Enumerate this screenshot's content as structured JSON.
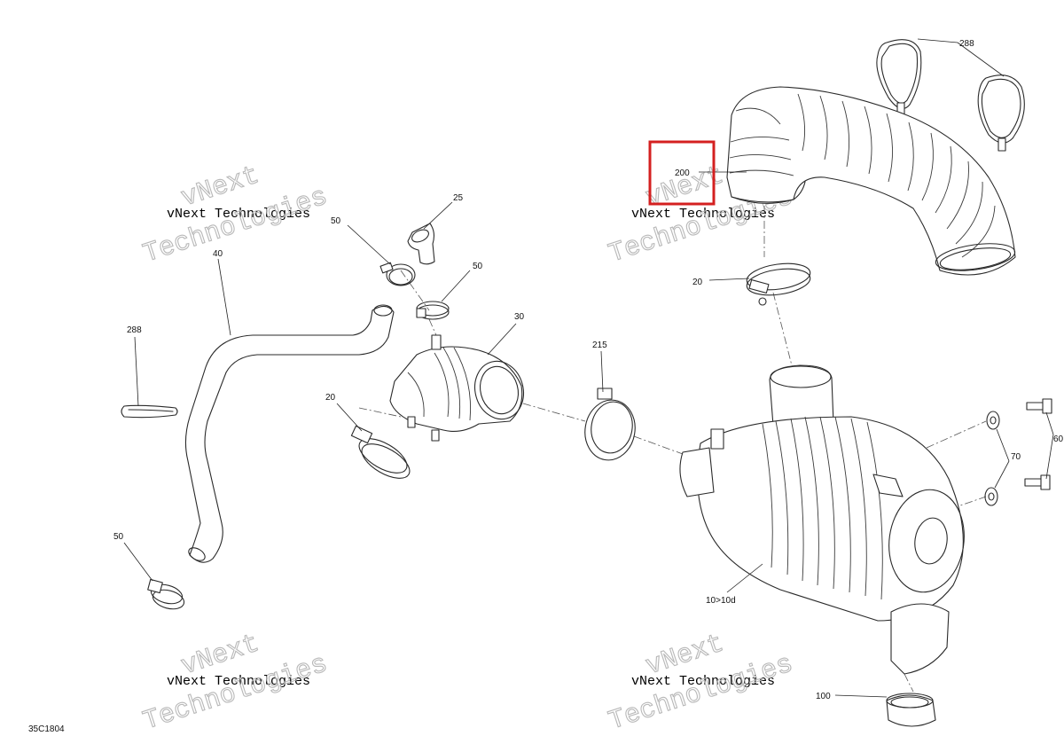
{
  "figure_code": "35C1804",
  "watermark": {
    "line1": "vNext",
    "line2": "Technologies",
    "line_full": "vNext Technologies"
  },
  "callouts": [
    {
      "id": "c288a",
      "text": "288"
    },
    {
      "id": "c200",
      "text": "200"
    },
    {
      "id": "c25",
      "text": "25"
    },
    {
      "id": "c50a",
      "text": "50"
    },
    {
      "id": "c50b",
      "text": "50"
    },
    {
      "id": "c40",
      "text": "40"
    },
    {
      "id": "c288b",
      "text": "288"
    },
    {
      "id": "c30",
      "text": "30"
    },
    {
      "id": "c20a",
      "text": "20"
    },
    {
      "id": "c20b",
      "text": "20"
    },
    {
      "id": "c215",
      "text": "215"
    },
    {
      "id": "c60",
      "text": "60"
    },
    {
      "id": "c70",
      "text": "70"
    },
    {
      "id": "c10",
      "text": "10>10d"
    },
    {
      "id": "c50c",
      "text": "50"
    },
    {
      "id": "c100",
      "text": "100"
    }
  ],
  "highlight": {
    "callout": "200",
    "color": "#d42020"
  }
}
